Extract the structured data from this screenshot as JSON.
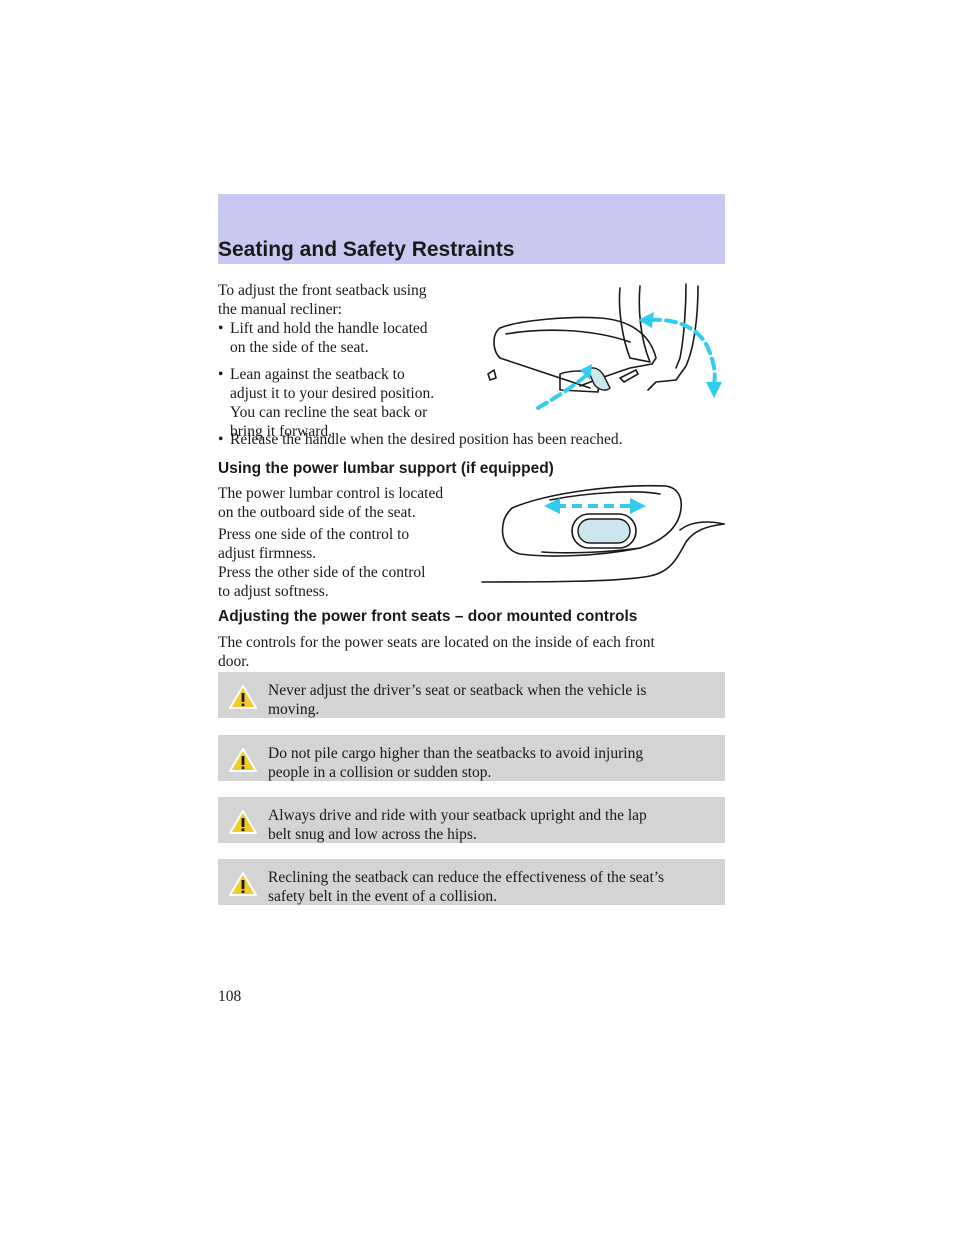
{
  "header": {
    "title": "Seating and Safety Restraints"
  },
  "recliner": {
    "intro": "To adjust the front seatback using\nthe manual recliner:",
    "bullets": [
      "Lift and hold the handle located\non the side of the seat.",
      "Lean against the seatback to\nadjust it to your desired position.\nYou can recline the seat back or\nbring it forward.",
      "Release the handle when the desired position has been reached."
    ],
    "bullet_glyph": "•"
  },
  "lumbar": {
    "heading": "Using the power lumbar support (if equipped)",
    "p1": "The power lumbar control is located\non the outboard side of the seat.",
    "p2": "Press one side of the control to\nadjust firmness.",
    "p3": "Press the other side of the control\nto adjust softness."
  },
  "power_seats": {
    "heading": "Adjusting the power front seats – door mounted controls",
    "p1": "The controls for the power seats are located on the inside of each front\ndoor."
  },
  "warnings": [
    "Never adjust the driver’s seat or seatback when the vehicle is\nmoving.",
    "Do not pile cargo higher than the seatbacks to avoid injuring\npeople in a collision or sudden stop.",
    "Always drive and ride with your seatback upright and the lap\nbelt snug and low across the hips.",
    "Reclining the seatback can reduce the effectiveness of the seat’s\nsafety belt in the event of a collision."
  ],
  "page_number": "108",
  "colors": {
    "header_band": "#c8c8f0",
    "warning_bg": "#d4d4d4",
    "arrow": "#33ccee",
    "warning_icon": "#f2cc2a"
  }
}
